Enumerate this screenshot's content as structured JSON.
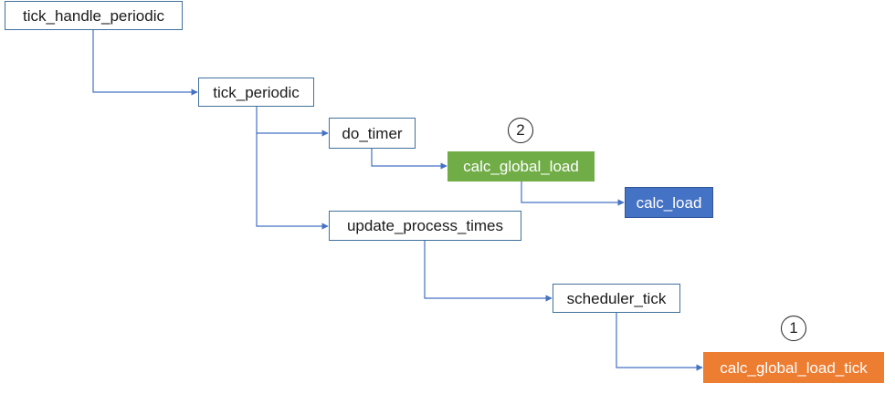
{
  "nodes": {
    "tick_handle_periodic": "tick_handle_periodic",
    "tick_periodic": "tick_periodic",
    "do_timer": "do_timer",
    "calc_global_load": "calc_global_load",
    "calc_load": "calc_load",
    "update_process_times": "update_process_times",
    "scheduler_tick": "scheduler_tick",
    "calc_global_load_tick": "calc_global_load_tick"
  },
  "markers": {
    "one": "1",
    "two": "2"
  },
  "colors": {
    "connector": "#4472c4",
    "box_border": "#41719c",
    "green": "#70ad47",
    "blue": "#4472c4",
    "orange": "#ed7d31"
  },
  "edges": [
    {
      "from": "tick_handle_periodic",
      "to": "tick_periodic"
    },
    {
      "from": "tick_periodic",
      "to": "do_timer"
    },
    {
      "from": "tick_periodic",
      "to": "update_process_times"
    },
    {
      "from": "do_timer",
      "to": "calc_global_load"
    },
    {
      "from": "calc_global_load",
      "to": "calc_load"
    },
    {
      "from": "update_process_times",
      "to": "scheduler_tick"
    },
    {
      "from": "scheduler_tick",
      "to": "calc_global_load_tick"
    }
  ]
}
